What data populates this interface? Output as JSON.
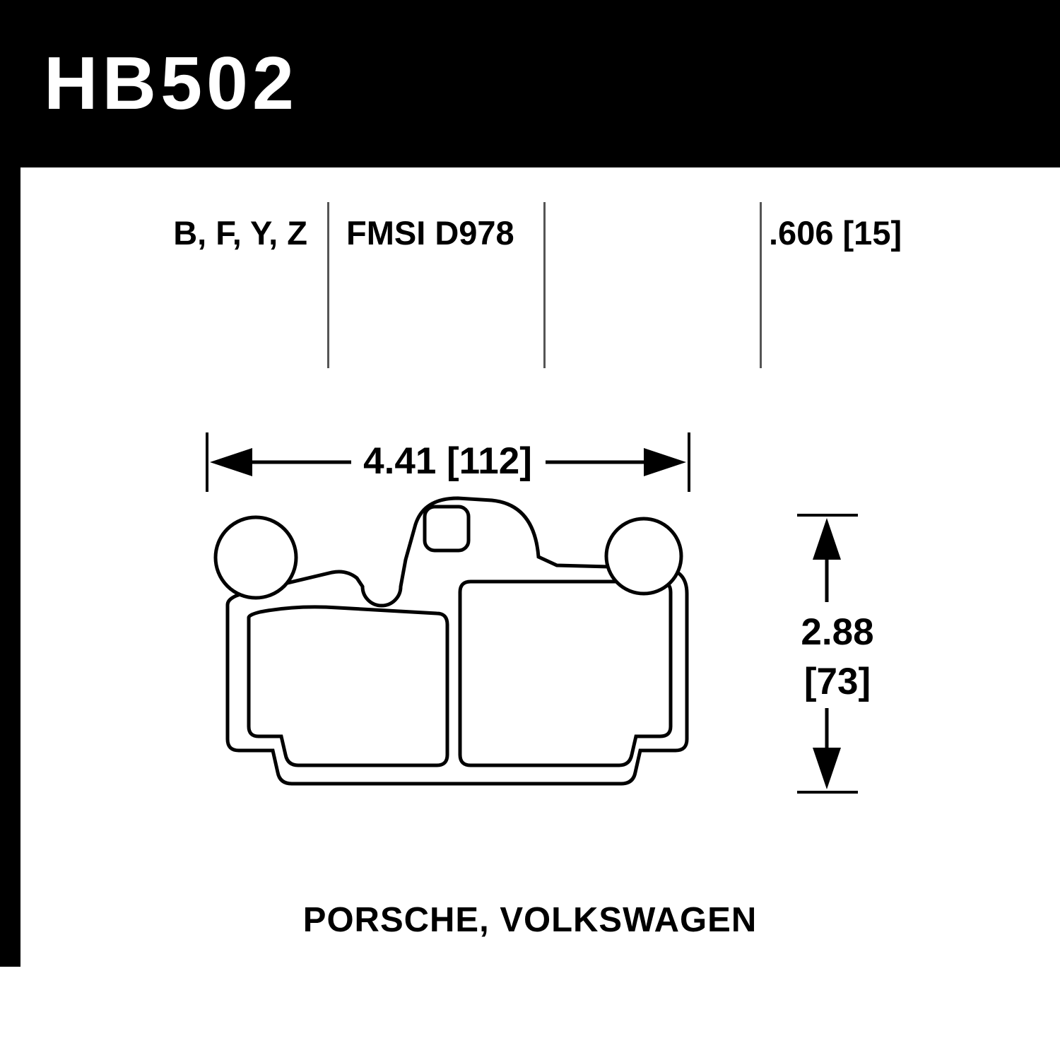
{
  "header": {
    "part_number": "HB502"
  },
  "specs": {
    "compounds": "B, F, Y, Z",
    "fmsi": "FMSI D978",
    "pad_thickness": ".606 [15]"
  },
  "dimensions": {
    "width": "4.41 [112]",
    "height_in": "2.88",
    "height_mm": "[73]"
  },
  "footer": {
    "applications": "PORSCHE, VOLKSWAGEN"
  },
  "colors": {
    "bar_background": "#000000",
    "bar_text": "#ffffff",
    "line_color": "#000000",
    "divider_color": "#555555",
    "page_background": "#ffffff"
  }
}
